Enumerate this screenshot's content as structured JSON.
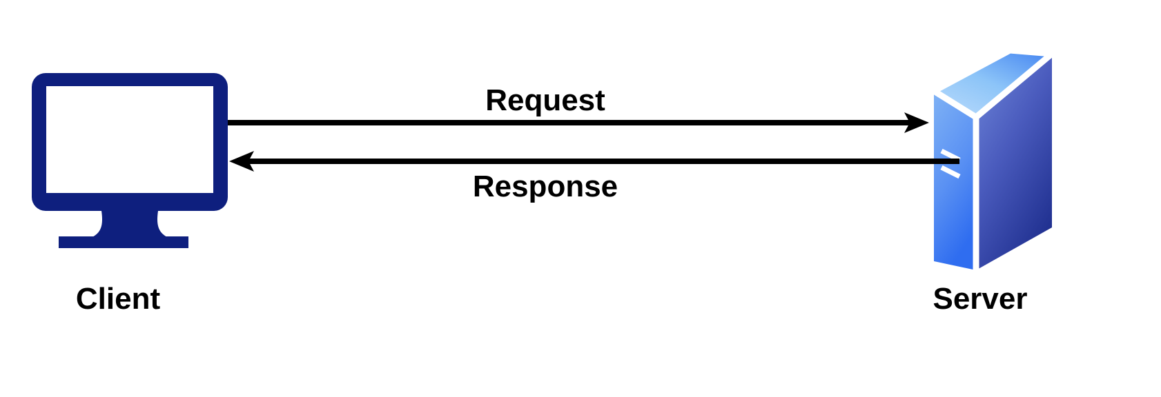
{
  "diagram": {
    "type": "client-server-request-response",
    "background_color": "#ffffff",
    "nodes": [
      {
        "id": "client",
        "label": "Client",
        "icon": "desktop-monitor-icon",
        "color": "#0e1f7e",
        "label_color": "#000000",
        "position": "left"
      },
      {
        "id": "server",
        "label": "Server",
        "icon": "server-tower-icon",
        "color_front": "#4f86f7",
        "color_side": "#2a3f9e",
        "color_top": "#8cc4f8",
        "label_color": "#000000",
        "position": "right"
      }
    ],
    "edges": [
      {
        "id": "request",
        "label": "Request",
        "from": "client",
        "to": "server",
        "direction": "right",
        "color": "#000000",
        "label_color": "#000000"
      },
      {
        "id": "response",
        "label": "Response",
        "from": "server",
        "to": "client",
        "direction": "left",
        "color": "#000000",
        "label_color": "#000000"
      }
    ]
  }
}
